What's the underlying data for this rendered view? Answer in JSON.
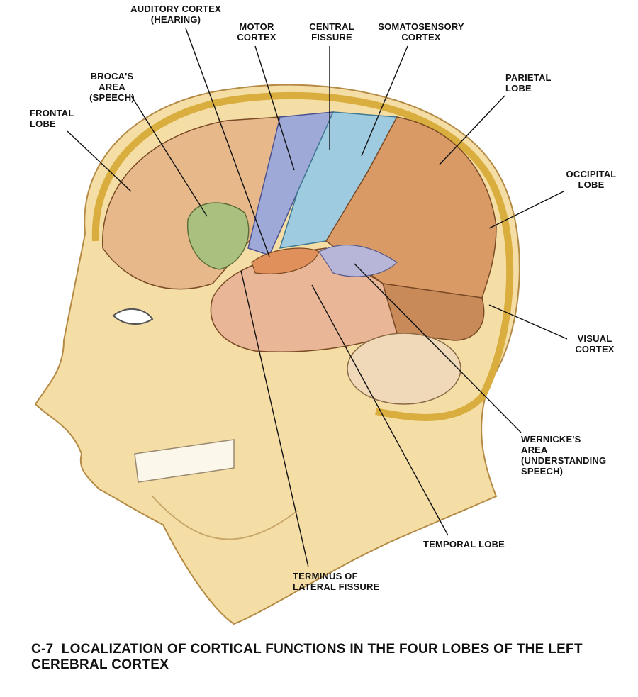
{
  "labels": {
    "auditory_cortex": [
      "AUDITORY CORTEX",
      "(HEARING)"
    ],
    "motor_cortex": [
      "MOTOR",
      "CORTEX"
    ],
    "central_fissure": [
      "CENTRAL",
      "FISSURE"
    ],
    "somatosensory_cortex": [
      "SOMATOSENSORY",
      "CORTEX"
    ],
    "brocas_area": [
      "BROCA'S AREA",
      "(SPEECH)"
    ],
    "frontal_lobe": [
      "FRONTAL",
      "LOBE"
    ],
    "parietal_lobe": [
      "PARIETAL",
      "LOBE"
    ],
    "occipital_lobe": [
      "OCCIPITAL",
      "LOBE"
    ],
    "visual_cortex": [
      "VISUAL",
      "CORTEX"
    ],
    "wernickes_area": [
      "WERNICKE'S",
      "AREA",
      "(UNDERSTANDING",
      "SPEECH)"
    ],
    "temporal_lobe": [
      "TEMPORAL LOBE"
    ],
    "terminus_lateral_fissure": [
      "TERMINUS OF",
      "LATERAL FISSURE"
    ]
  },
  "caption": {
    "id": "C-7",
    "text": "LOCALIZATION OF CORTICAL FUNCTIONS IN THE FOUR LOBES OF THE LEFT CEREBRAL CORTEX"
  },
  "colors": {
    "frontal": "#e7b98a",
    "broca": "#a9c07e",
    "motor": "#9fa9d8",
    "somatosensory": "#9fcbe0",
    "auditory": "#e0905a",
    "parietal": "#d99a66",
    "temporal": "#e9b797",
    "skin": "#f3dca0",
    "skull": "#e8c45a"
  }
}
